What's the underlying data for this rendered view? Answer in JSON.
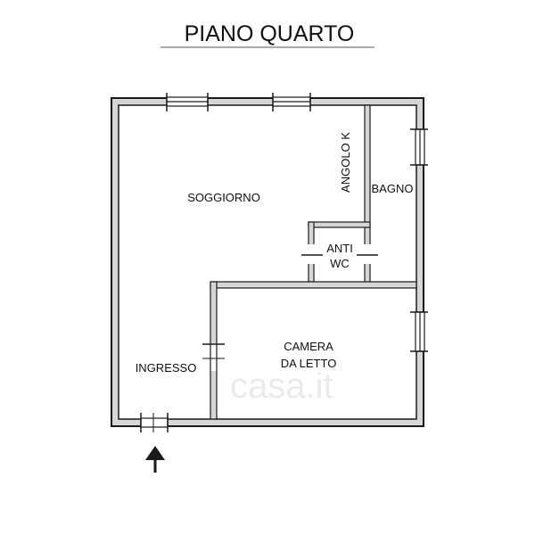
{
  "title": "PIANO QUARTO",
  "rooms": {
    "soggiorno": "SOGGIORNO",
    "angolo_k": "ANGOLO K",
    "bagno": "BAGNO",
    "antiwc_line1": "ANTI",
    "antiwc_line2": "WC",
    "camera_line1": "CAMERA",
    "camera_line2": "DA LETTO",
    "ingresso": "INGRESSO"
  },
  "watermark": "casa.it",
  "colors": {
    "wall": "#1a1a1a",
    "fill": "#d6d6d6",
    "background": "#ffffff"
  }
}
